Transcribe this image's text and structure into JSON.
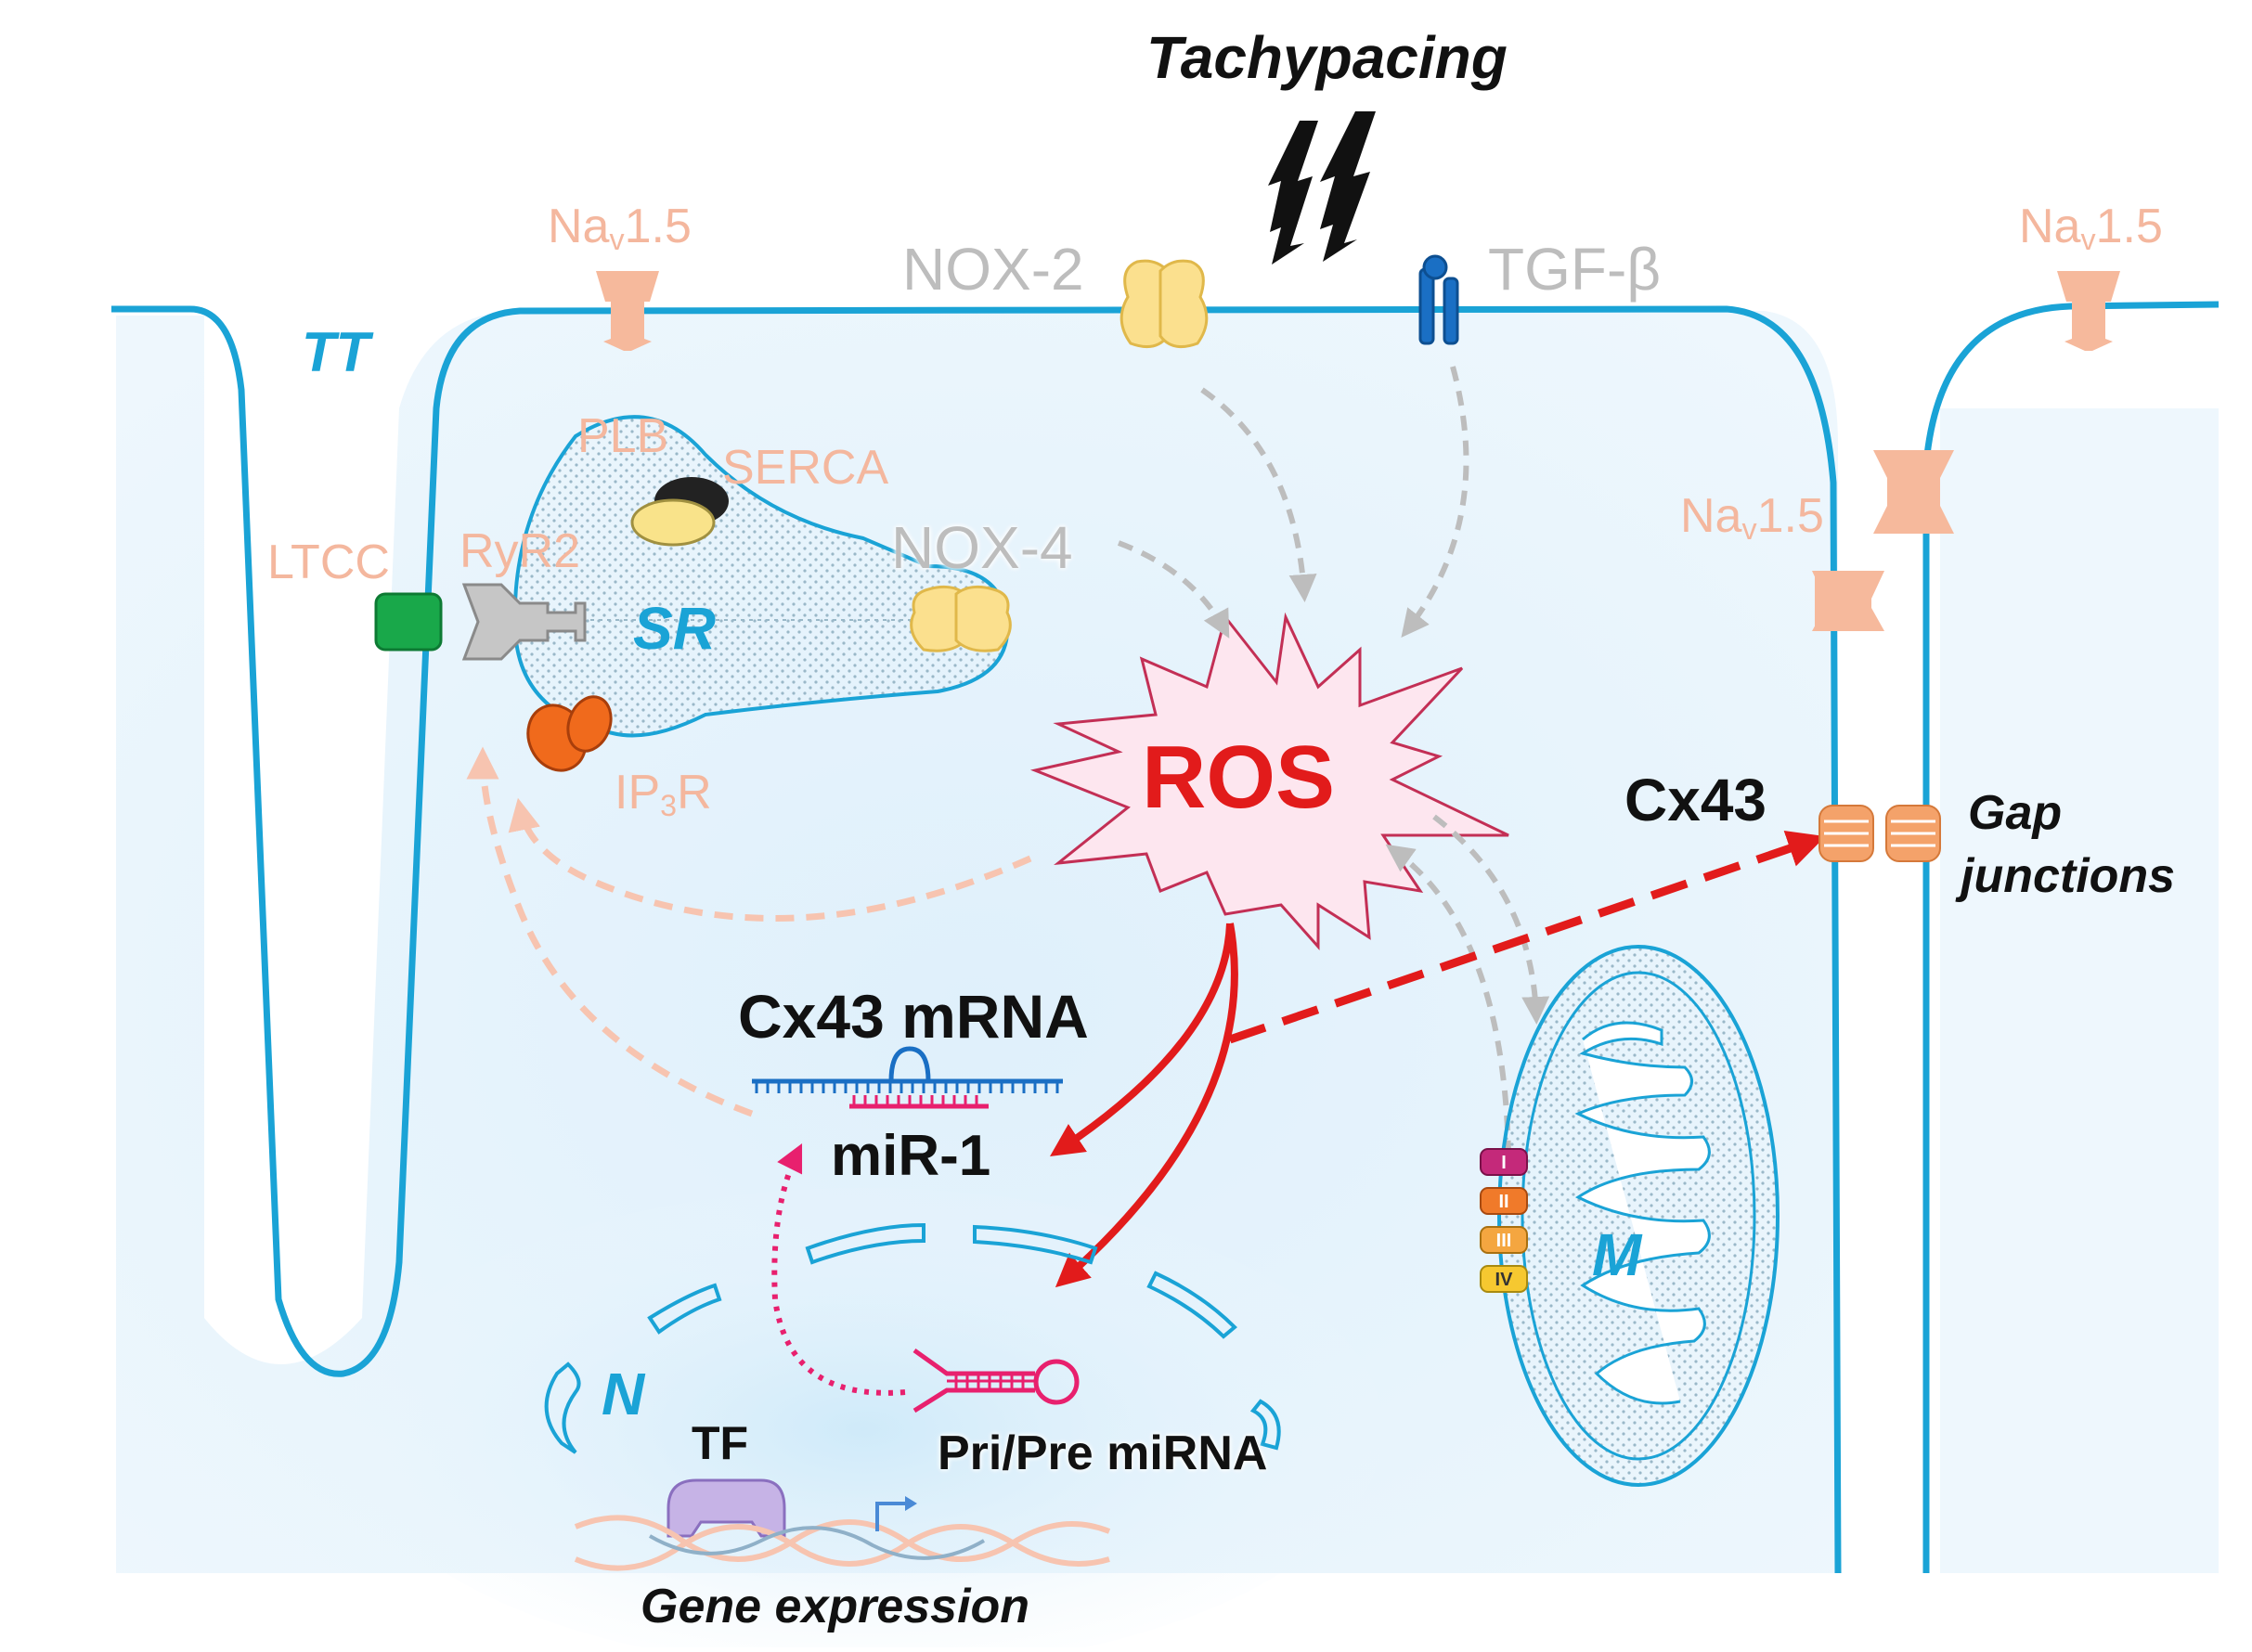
{
  "labels": {
    "tachypacing": "Tachypacing",
    "nav_left": {
      "main": "Na",
      "sub": "v",
      "tail": "1.5"
    },
    "nav_right": {
      "main": "Na",
      "sub": "v",
      "tail": "1.5"
    },
    "nav_junction": {
      "main": "Na",
      "sub": "v",
      "tail": "1.5"
    },
    "nox2": "NOX-2",
    "tgfb": "TGF-β",
    "tt": "TT",
    "plb": "PLB",
    "serca": "SERCA",
    "ltcc": "LTCC",
    "ryr2": "RyR2",
    "nox4": "NOX-4",
    "sr": "SR",
    "ip3r": {
      "main": "IP",
      "sub": "3",
      "tail": "R"
    },
    "ros": "ROS",
    "cx43": "Cx43",
    "gap_junctions_1": "Gap",
    "gap_junctions_2": "junctions",
    "cx43_mrna": "Cx43 mRNA",
    "mir1": "miR-1",
    "nucleus": "N",
    "mito": "M",
    "tf": "TF",
    "pri_pre_mirna": "Pri/Pre miRNA",
    "gene_expression": "Gene expression"
  },
  "complexes": [
    "I",
    "II",
    "III",
    "IV"
  ],
  "colors": {
    "membrane": "#1aa3d6",
    "peach": "#f4b79e",
    "grey": "#bdbdbd",
    "ros_red": "#e21b1b",
    "ros_fill": "#fde6ef",
    "magenta": "#e8206e",
    "cytoplasm": "#e9f5fc"
  }
}
